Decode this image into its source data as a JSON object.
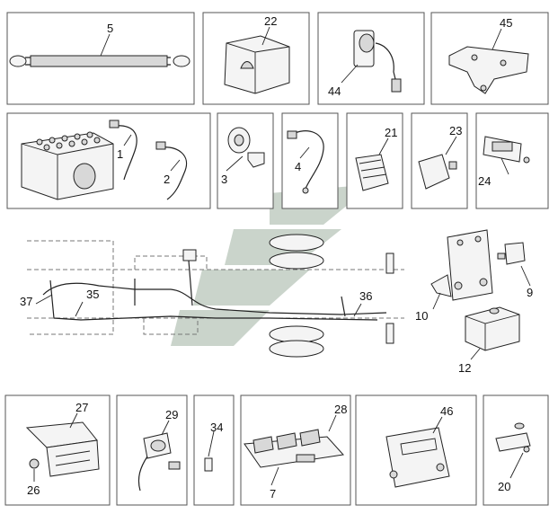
{
  "callouts": {
    "c1": "1",
    "c2": "2",
    "c3": "3",
    "c4": "4",
    "c5": "5",
    "c7": "7",
    "c9": "9",
    "c10": "10",
    "c12": "12",
    "c20": "20",
    "c21": "21",
    "c22": "22",
    "c23": "23",
    "c24": "24",
    "c26": "26",
    "c27": "27",
    "c28": "28",
    "c29": "29",
    "c34": "34",
    "c35": "35",
    "c36": "36",
    "c37": "37",
    "c44": "44",
    "c45": "45",
    "c46": "46"
  },
  "colors": {
    "watermark": "#9fb0a0",
    "line": "#222222",
    "frame": "#555555"
  }
}
